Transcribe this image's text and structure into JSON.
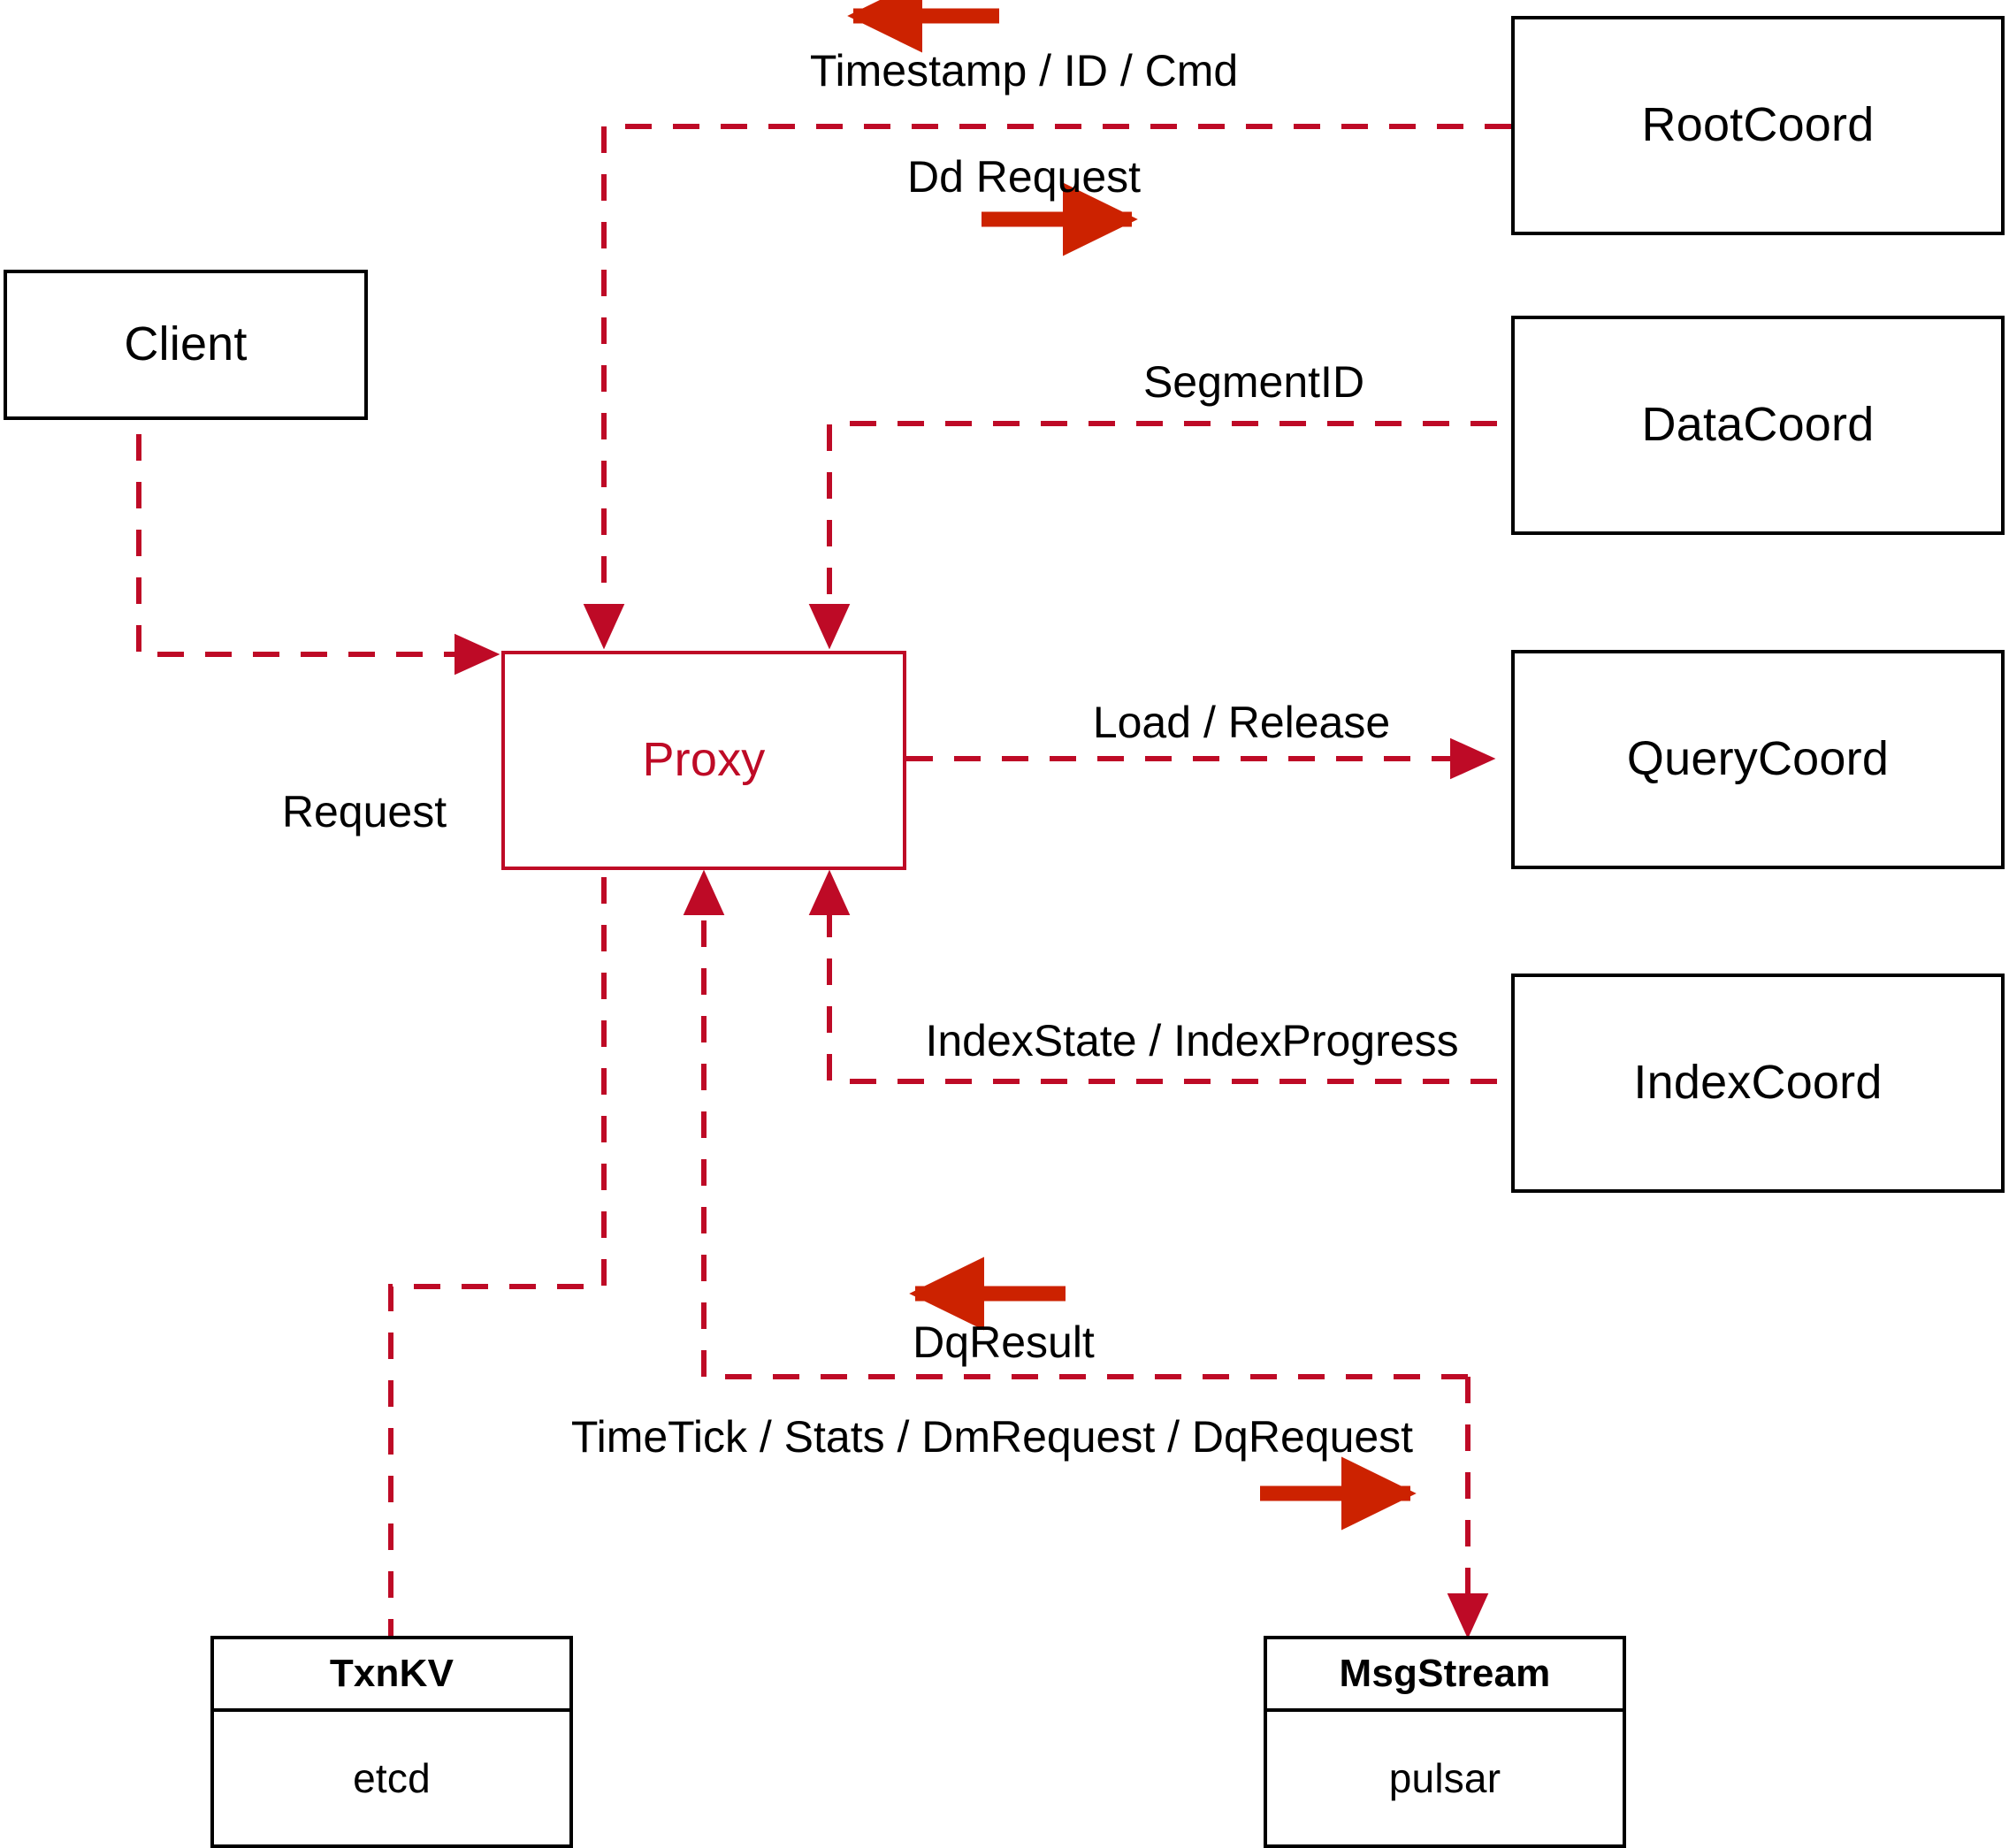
{
  "diagram": {
    "title": "Proxy interaction diagram",
    "colors": {
      "accent": "#BE0A26",
      "arrow": "#CC2200",
      "node_border": "#000000",
      "background": "#FFFFFF"
    },
    "nodes": [
      {
        "id": "client",
        "label": "Client"
      },
      {
        "id": "proxy",
        "label": "Proxy"
      },
      {
        "id": "rootcoord",
        "label": "RootCoord"
      },
      {
        "id": "datacoord",
        "label": "DataCoord"
      },
      {
        "id": "querycoord",
        "label": "QueryCoord"
      },
      {
        "id": "indexcoord",
        "label": "IndexCoord"
      }
    ],
    "store_nodes": [
      {
        "id": "txnkv",
        "head": "TxnKV",
        "body": "etcd"
      },
      {
        "id": "msgstream",
        "head": "MsgStream",
        "body": "pulsar"
      }
    ],
    "edge_labels": [
      {
        "id": "timestamp-id-cmd",
        "text": "Timestamp / ID / Cmd"
      },
      {
        "id": "dd-request",
        "text": "Dd Request"
      },
      {
        "id": "segment-id",
        "text": "SegmentID"
      },
      {
        "id": "load-release",
        "text": "Load / Release"
      },
      {
        "id": "index-state",
        "text": "IndexState / IndexProgress"
      },
      {
        "id": "request",
        "text": "Request"
      },
      {
        "id": "dq-result",
        "text": "DqResult"
      },
      {
        "id": "time-tick",
        "text": "TimeTick / Stats / DmRequest / DqRequest"
      }
    ]
  }
}
